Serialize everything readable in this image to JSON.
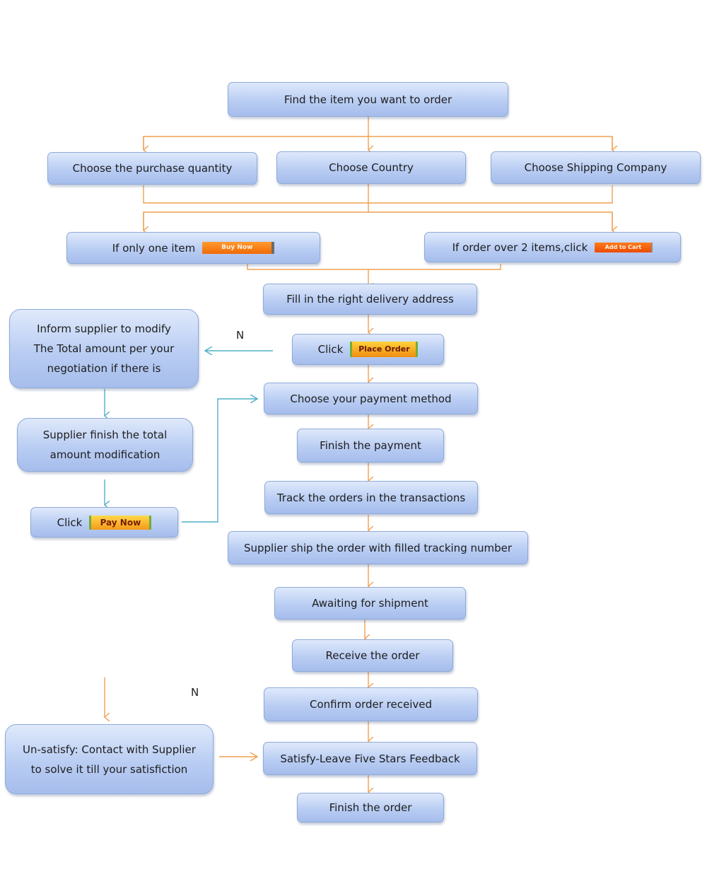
{
  "nodes": {
    "find_item": "Find the item you want to order",
    "choose_quantity": "Choose the purchase quantity",
    "choose_country": "Choose Country",
    "choose_shipping": "Choose Shipping Company",
    "one_item": "If only one item",
    "over_two": "If order over 2 items,click",
    "fill_address": "Fill in the right delivery address",
    "click_place": "Click",
    "inform_supplier_1": "Inform supplier to modify",
    "inform_supplier_2": "The Total amount per your",
    "inform_supplier_3": "negotiation if there is",
    "supplier_finish_1": "Supplier finish the total",
    "supplier_finish_2": "amount modification",
    "click_pay": "Click",
    "payment_method": "Choose your payment method",
    "finish_payment": "Finish the payment",
    "track_orders": "Track the orders in the transactions",
    "supplier_ship": "Supplier ship the order with filled tracking number",
    "awaiting": "Awaiting for shipment",
    "receive": "Receive the order",
    "confirm": "Confirm order received",
    "unsatisfy_1": "Un-satisfy: Contact with Supplier",
    "unsatisfy_2": "to solve it till your satisfiction",
    "satisfy": "Satisfy-Leave Five Stars Feedback",
    "finish_order": "Finish the order"
  },
  "buttons": {
    "buy_now": "Buy Now",
    "add_to_cart": "Add to Cart",
    "place_order": "Place Order",
    "pay_now": "Pay Now"
  },
  "labels": {
    "n_upper": "N",
    "n_lower": "N"
  },
  "colors": {
    "orange_connector": "#f0a050",
    "teal_connector": "#4fb0c8",
    "box_border": "#8eaad8"
  }
}
